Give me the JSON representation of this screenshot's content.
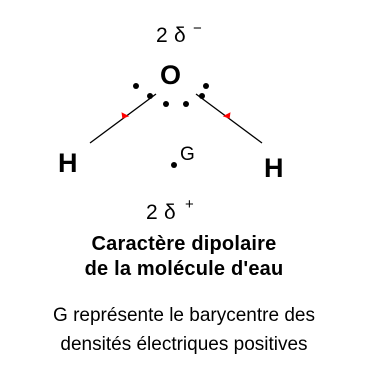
{
  "diagram": {
    "charge_top": {
      "coefficient": "2",
      "symbol": "δ",
      "sign": "−"
    },
    "charge_bottom": {
      "coefficient": "2",
      "symbol": "δ",
      "sign": "+"
    },
    "atoms": {
      "oxygen": "O",
      "hydrogen_left": "H",
      "hydrogen_right": "H"
    },
    "barycenter_label": "G",
    "colors": {
      "ink": "#000000",
      "bond_arrow": "#ff0000"
    }
  },
  "caption": {
    "title_line1": "Caractère dipolaire",
    "title_line2": "de la molécule d'eau",
    "description_line1": "G représente le barycentre des",
    "description_line2": "densités électriques positives"
  }
}
